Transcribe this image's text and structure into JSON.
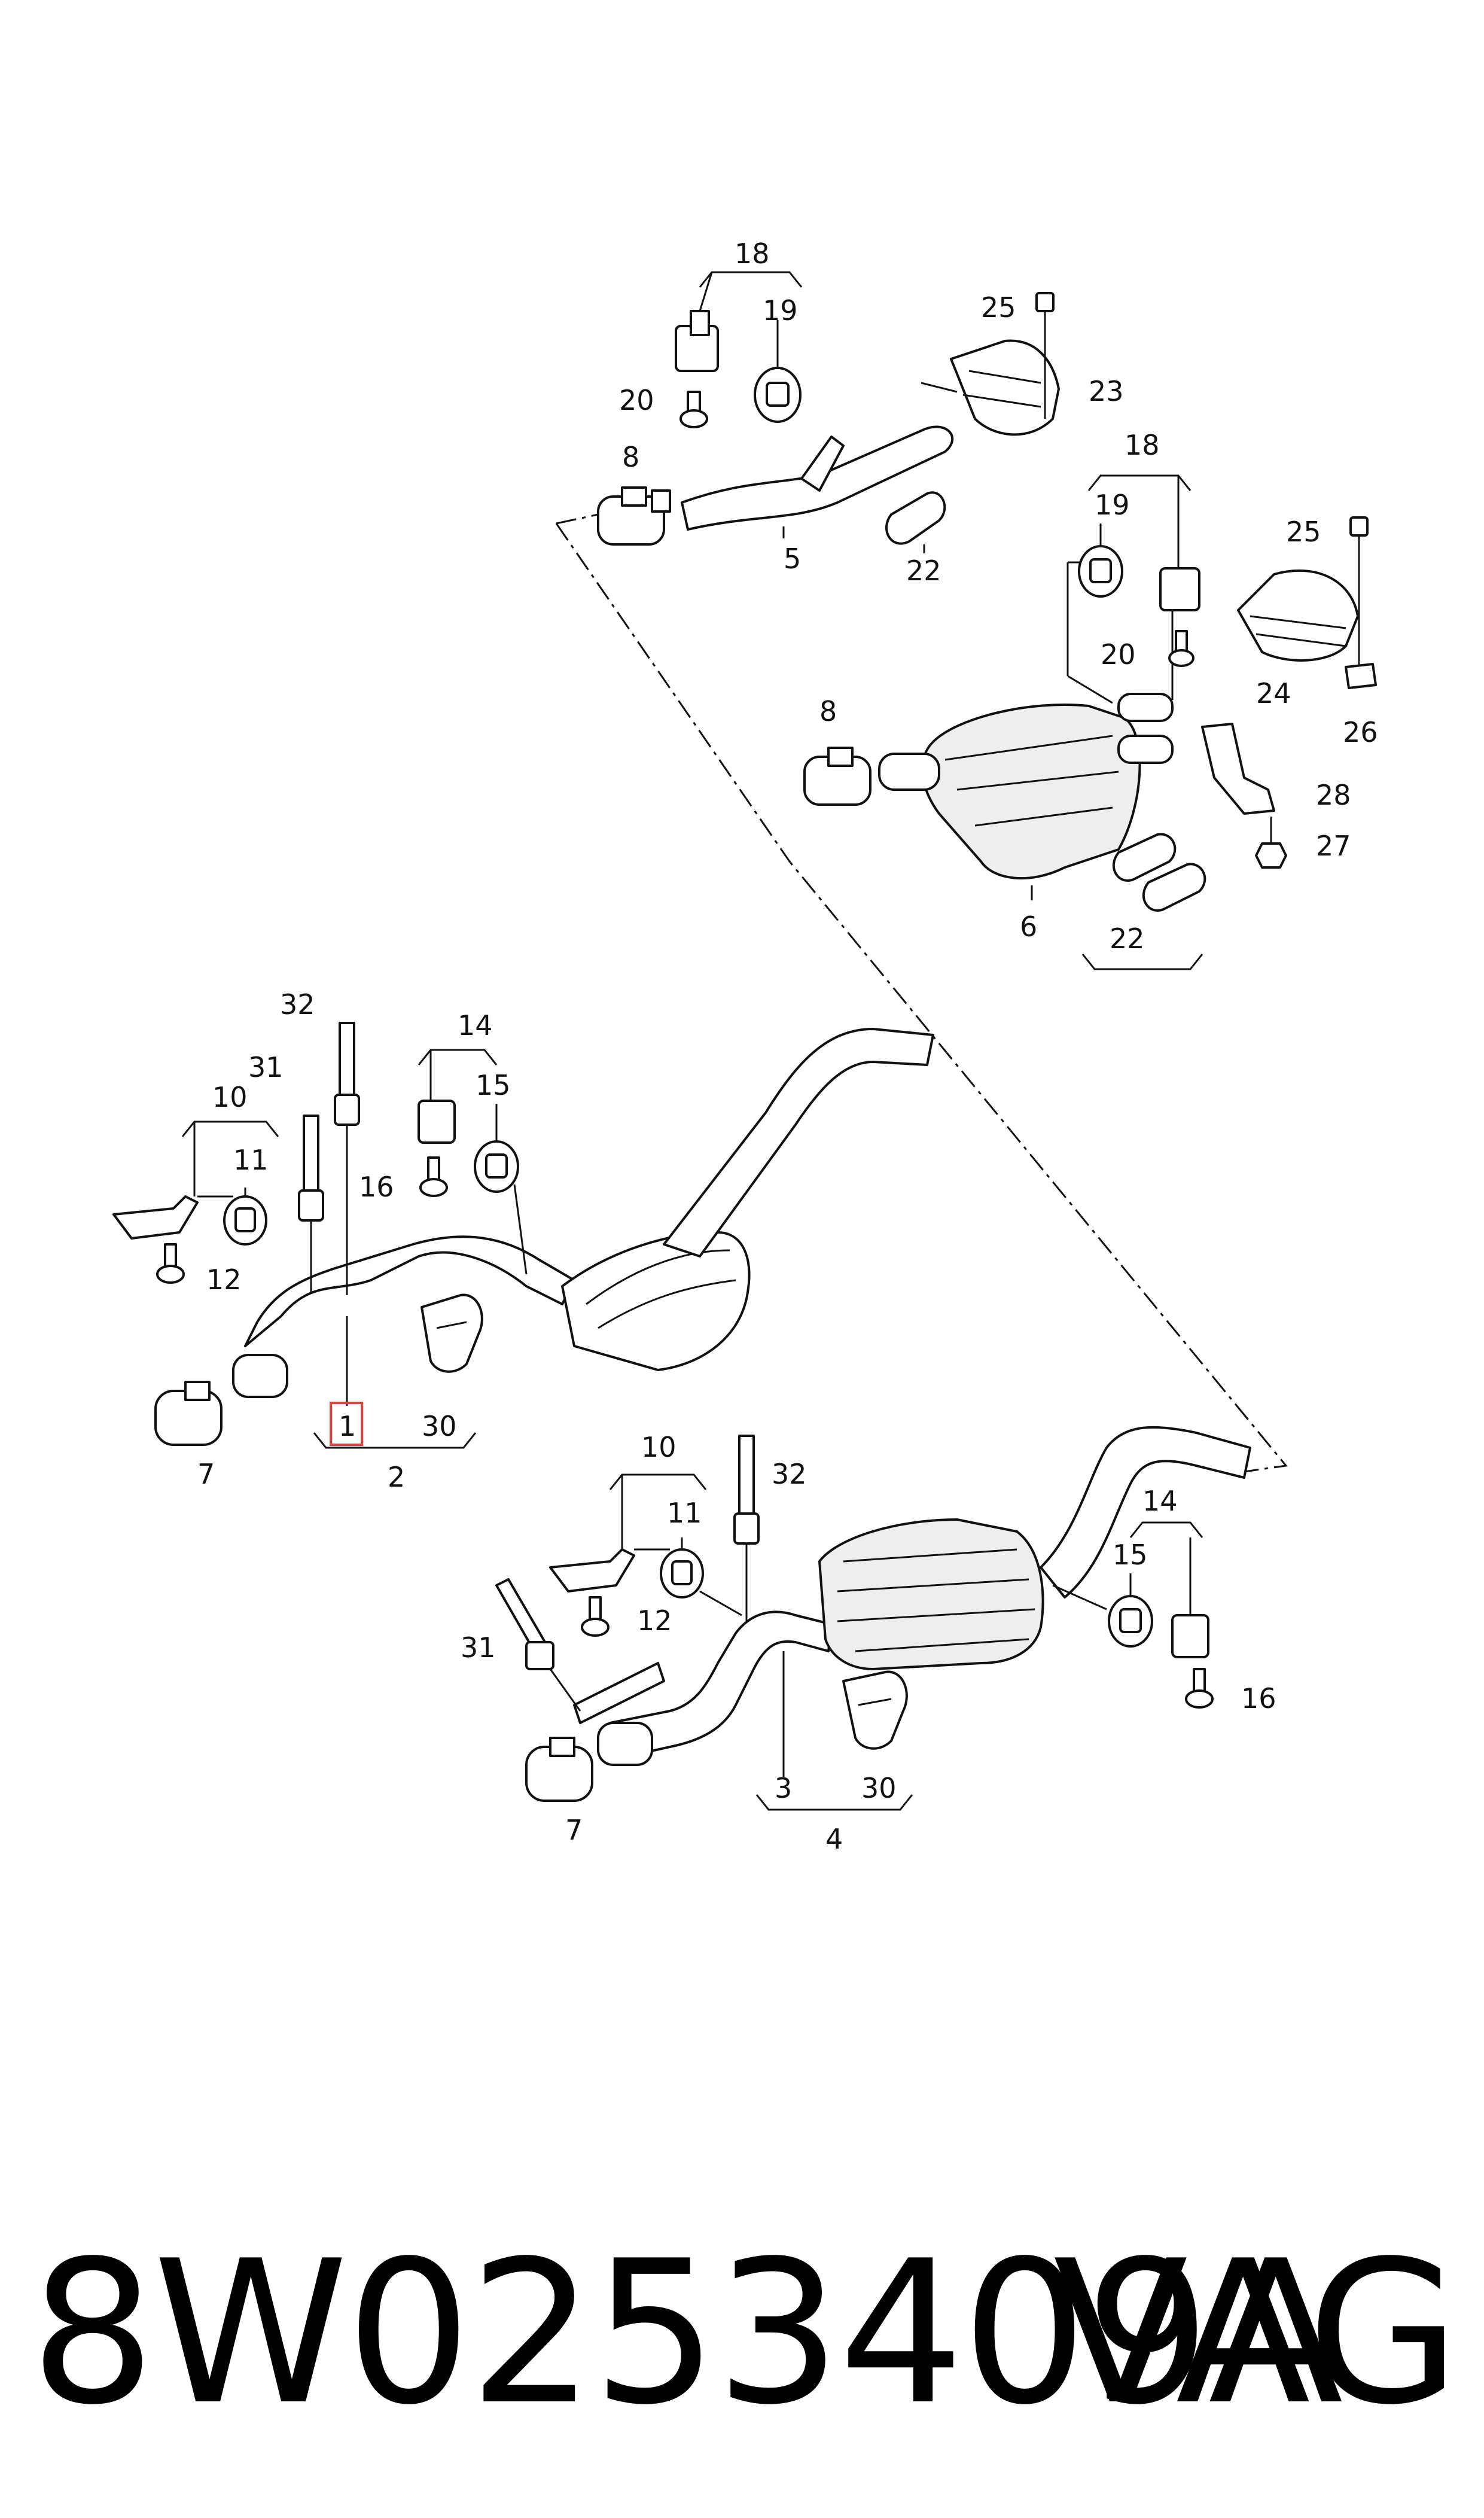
{
  "callouts": {
    "c1": "18",
    "c2": "19",
    "c3": "25",
    "c4": "23",
    "c5": "20",
    "c6": "8",
    "c7": "5",
    "c8": "22",
    "c9": "18",
    "c10": "19",
    "c11": "25",
    "c12": "20",
    "c13": "24",
    "c14": "26",
    "c15": "8",
    "c16": "28",
    "c17": "27",
    "c18": "6",
    "c19": "22",
    "c20": "32",
    "c21": "14",
    "c22": "31",
    "c23": "15",
    "c24": "10",
    "c25": "11",
    "c26": "16",
    "c27": "12",
    "c28": "1",
    "c29": "30",
    "c30": "7",
    "c31": "2",
    "c32": "10",
    "c33": "32",
    "c34": "11",
    "c35": "14",
    "c36": "15",
    "c37": "12",
    "c38": "31",
    "c39": "16",
    "c40": "3",
    "c41": "30",
    "c42": "7",
    "c43": "4"
  },
  "footer": {
    "part_number": "8W0253409A",
    "brand": "VAG"
  }
}
